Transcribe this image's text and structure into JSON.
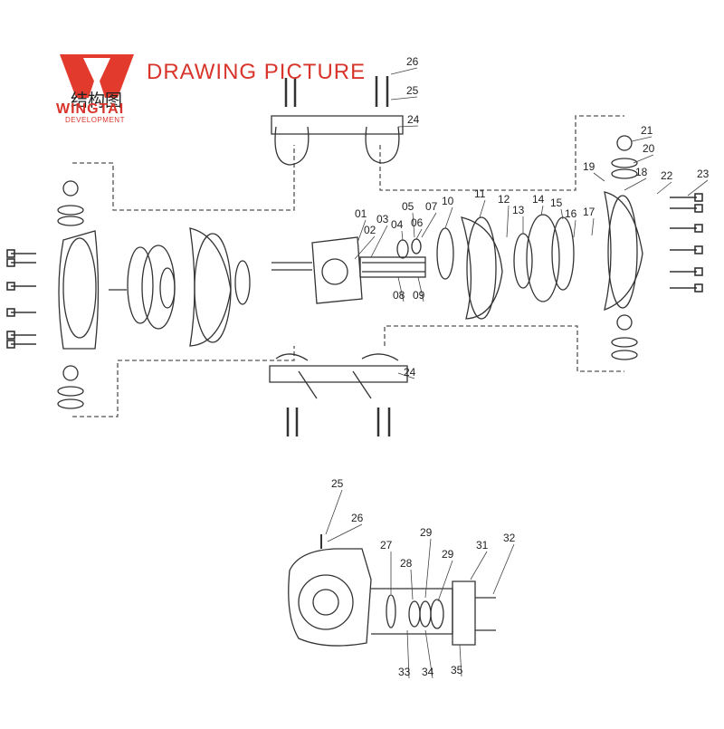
{
  "heading": "DRAWING PICTURE",
  "heading_cn": "结构图",
  "brand": {
    "name": "WINGTAI",
    "subtitle": "DEVELOPMENT",
    "logo_icon": "wingtai-w-logo-icon",
    "color": "#d9342b"
  },
  "callouts": [
    {
      "num": "01"
    },
    {
      "num": "02"
    },
    {
      "num": "03"
    },
    {
      "num": "04"
    },
    {
      "num": "05"
    },
    {
      "num": "06"
    },
    {
      "num": "07"
    },
    {
      "num": "08"
    },
    {
      "num": "09"
    },
    {
      "num": "10"
    },
    {
      "num": "11"
    },
    {
      "num": "12"
    },
    {
      "num": "13"
    },
    {
      "num": "14"
    },
    {
      "num": "15"
    },
    {
      "num": "16"
    },
    {
      "num": "17"
    },
    {
      "num": "18"
    },
    {
      "num": "19"
    },
    {
      "num": "20"
    },
    {
      "num": "21"
    },
    {
      "num": "22"
    },
    {
      "num": "23"
    },
    {
      "num": "24"
    },
    {
      "num": "24"
    },
    {
      "num": "25"
    },
    {
      "num": "26"
    },
    {
      "num": "25"
    },
    {
      "num": "26"
    },
    {
      "num": "27"
    },
    {
      "num": "28"
    },
    {
      "num": "29"
    },
    {
      "num": "29"
    },
    {
      "num": "31"
    },
    {
      "num": "32"
    },
    {
      "num": "33"
    },
    {
      "num": "34"
    },
    {
      "num": "35"
    }
  ]
}
